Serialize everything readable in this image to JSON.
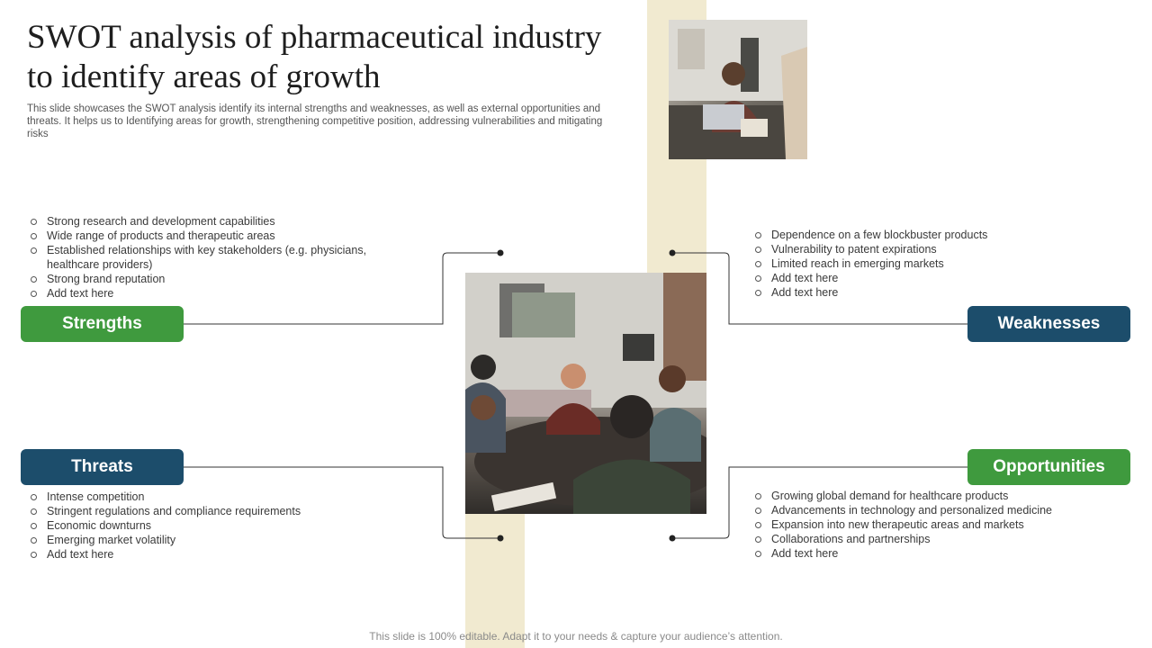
{
  "title": "SWOT analysis of pharmaceutical industry to identify areas of growth",
  "subtitle": "This slide showcases the SWOT analysis identify its internal strengths and weaknesses, as well as external opportunities and threats. It helps us to Identifying areas for growth, strengthening competitive position, addressing vulnerabilities and mitigating risks",
  "colors": {
    "green": "#3f9a3e",
    "navy": "#1c4d6b",
    "beige": "#f1ead0"
  },
  "images": {
    "small": "person-at-laptop-photo",
    "main": "team-meeting-photo"
  },
  "strengths": {
    "label": "Strengths",
    "items": [
      "Strong research and development  capabilities",
      "Wide range of products and therapeutic areas",
      "Established relationships with key stakeholders (e.g. physicians, healthcare providers)",
      "Strong brand reputation",
      "Add text here"
    ]
  },
  "weaknesses": {
    "label": "Weaknesses",
    "items": [
      "Dependence  on a few blockbuster products",
      "Vulnerability to patent expirations",
      "Limited reach in emerging markets",
      "Add text here",
      "Add text here"
    ]
  },
  "threats": {
    "label": "Threats",
    "items": [
      "Intense competition",
      "Stringent regulations and compliance requirements",
      "Economic downturns",
      "Emerging market volatility",
      "Add text here"
    ]
  },
  "opportunities": {
    "label": "Opportunities",
    "items": [
      "Growing global demand for healthcare products",
      "Advancements in technology and personalized medicine",
      "Expansion into new therapeutic areas and markets",
      "Collaborations and partnerships",
      "Add text here"
    ]
  },
  "footer": "This slide is 100% editable. Adapt it to your needs & capture your audience’s attention."
}
